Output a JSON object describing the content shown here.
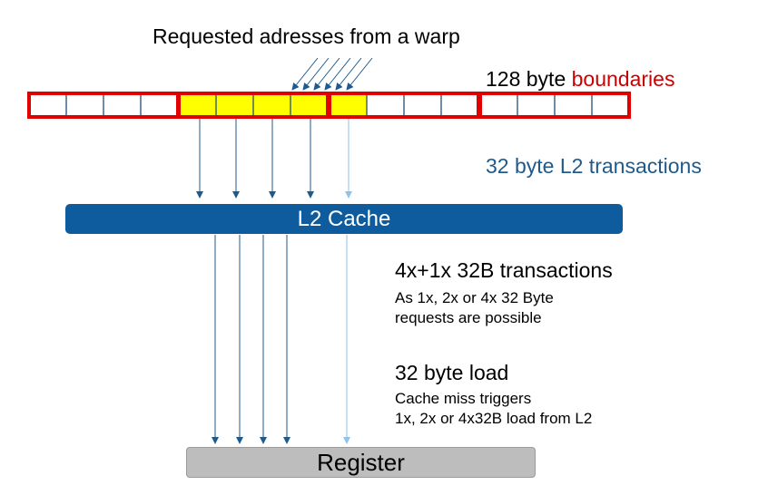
{
  "title": "Requested adresses from a warp",
  "boundary_label": {
    "prefix": "128 byte",
    "highlight": "boundaries"
  },
  "l2_transactions_label": "32 byte L2 transactions",
  "l2_cache_label": "L2 Cache",
  "register_label": "Register",
  "transactions_note": {
    "heading": "4x+1x 32B transactions",
    "line1": "As 1x, 2x or 4x 32 Byte",
    "line2": "requests are possible"
  },
  "load_note": {
    "heading": "32 byte load",
    "line1": "Cache miss triggers",
    "line2": "1x, 2x or 4x32B load from L2"
  },
  "colors": {
    "segment_border": "#e00000",
    "highlight_fill": "#ffff00",
    "cell_divider": "#1f4e79",
    "arrow_dark": "#1f5a8c",
    "arrow_light": "#8fc3ea",
    "l2_fill": "#0e5b9e",
    "register_fill": "#bdbdbd"
  },
  "memory_cells": {
    "count": 16,
    "highlighted": [
      4,
      5,
      6,
      7,
      8
    ]
  }
}
